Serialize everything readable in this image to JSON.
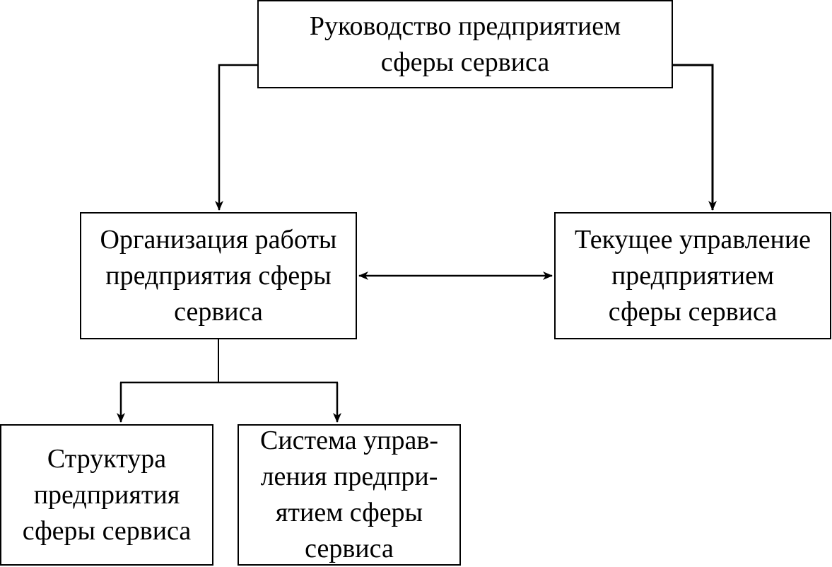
{
  "diagram": {
    "top": {
      "lines": [
        "Руководство предприятием",
        "сферы сервиса"
      ]
    },
    "organization": {
      "lines": [
        "Организация работы",
        "предприятия сферы",
        "сервиса"
      ]
    },
    "current": {
      "lines": [
        "Текущее управление",
        "предприятием",
        "сферы сервиса"
      ]
    },
    "structure": {
      "lines": [
        "Структура",
        "предприятия",
        "сферы сервиса"
      ]
    },
    "system": {
      "lines": [
        "Система управ-",
        "ления предпри-",
        "ятием сферы",
        "сервиса"
      ]
    }
  }
}
